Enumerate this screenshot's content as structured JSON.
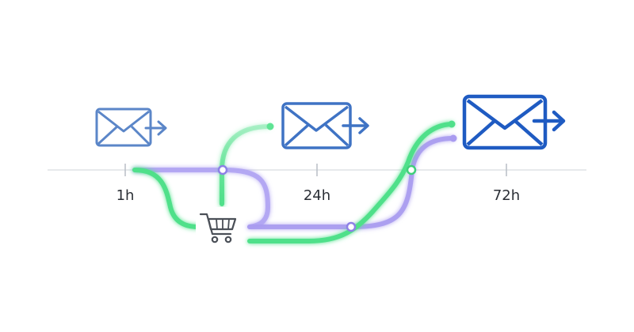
{
  "timeline": {
    "ticks": [
      {
        "label": "1h"
      },
      {
        "label": "24h"
      },
      {
        "label": "72h"
      }
    ]
  },
  "icons": {
    "email_1": "email-send-icon",
    "email_2": "email-send-icon",
    "email_3": "email-send-icon",
    "cart": "shopping-cart-icon"
  },
  "colors": {
    "email_light": "#5b86c8",
    "email_mid": "#3f73c4",
    "email_dark": "#1f5bc2",
    "green_path": "#4fe08a",
    "purple_path": "#a99bf0",
    "axis": "#cfd3d9",
    "tick_text": "#2b2f36",
    "cart": "#4a4f57"
  }
}
